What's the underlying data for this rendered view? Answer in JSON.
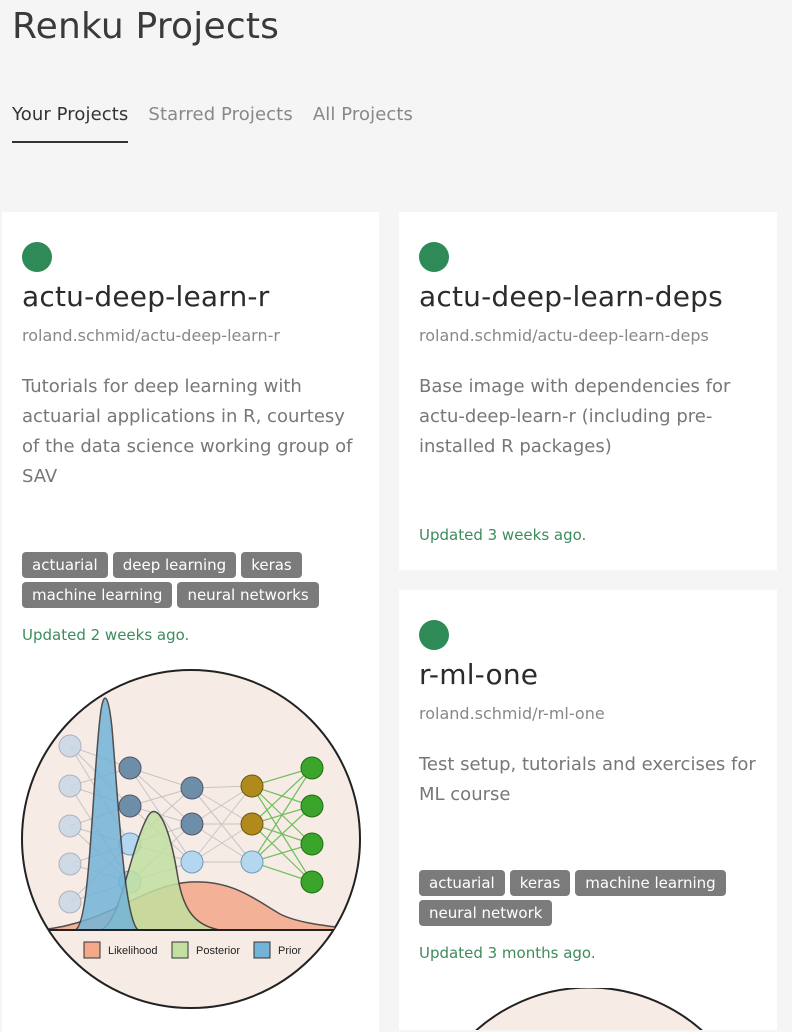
{
  "page": {
    "title": "Renku Projects"
  },
  "tabs": [
    {
      "label": "Your Projects",
      "active": true
    },
    {
      "label": "Starred Projects",
      "active": false
    },
    {
      "label": "All Projects",
      "active": false
    }
  ],
  "colors": {
    "status_dot": "#2e8b57",
    "updated_text": "#3d8c5c",
    "tag_bg": "#7b7b7b"
  },
  "projects": [
    {
      "title": "actu-deep-learn-r",
      "path": "roland.schmid/actu-deep-learn-r",
      "description": "Tutorials for deep learning with actuarial applications in R, courtesy of the data science working group of SAV",
      "tags": [
        "actuarial",
        "deep learning",
        "keras",
        "machine learning",
        "neural networks"
      ],
      "updated": "Updated 2 weeks ago.",
      "image": {
        "legend": [
          "Likelihood",
          "Posterior",
          "Prior"
        ]
      }
    },
    {
      "title": "actu-deep-learn-deps",
      "path": "roland.schmid/actu-deep-learn-deps",
      "description": "Base image with dependencies for actu-deep-learn-r (including pre-installed R packages)",
      "tags": [],
      "updated": "Updated 3 weeks ago."
    },
    {
      "title": "r-ml-one",
      "path": "roland.schmid/r-ml-one",
      "description": "Test setup, tutorials and exercises for ML course",
      "tags": [
        "actuarial",
        "keras",
        "machine learning",
        "neural network"
      ],
      "updated": "Updated 3 months ago."
    }
  ]
}
